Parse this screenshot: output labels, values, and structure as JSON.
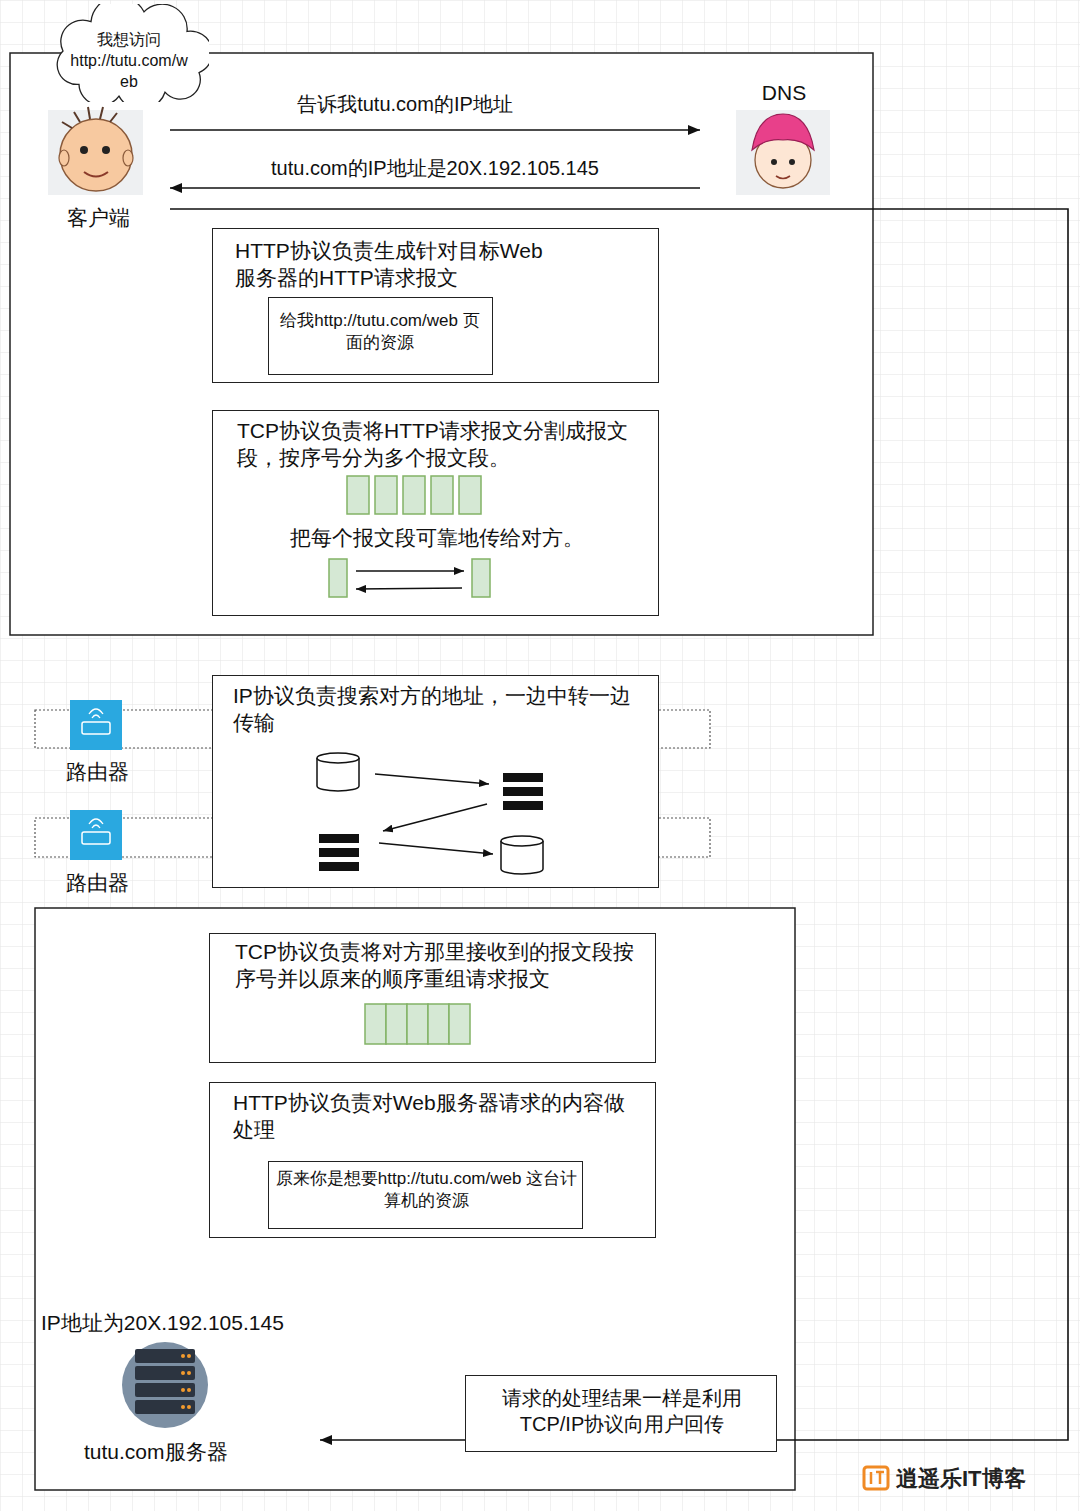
{
  "diagram": {
    "nodes": [
      {
        "text": [
          "我想访问http://tutu.com/web"
        ]
      },
      {
        "text": [
          "客户端"
        ]
      },
      {
        "text": [
          "DNS"
        ]
      },
      {
        "text": [
          "HTTP协议负责生成针对目标Web服务器的HTTP请求报文"
        ]
      },
      {
        "text": [
          "给我http://tutu.com/web 页面的资源"
        ],
        "in": 3
      },
      {
        "text": [
          "TCP协议负责将HTTP请求报文分割成报文段，按序号分为多个报文段。",
          "把每个报文段可靠地传给对方。"
        ]
      },
      {
        "text": [
          "路由器"
        ]
      },
      {
        "text": [
          "路由器"
        ]
      },
      {
        "text": [
          "IP协议负责搜索对方的地址，一边中转一边传输"
        ]
      },
      {
        "text": [
          "TCP协议负责将对方那里接收到的报文段按序号并以原来的顺序重组请求报文"
        ]
      },
      {
        "text": [
          "HTTP协议负责对Web服务器请求的内容做处理"
        ]
      },
      {
        "text": [
          "原来你是想要http://tutu.com/web 这台计算机的资源"
        ],
        "in": 10
      },
      {
        "text": [
          "IP地址为20X.192.105.145",
          "tutu.com服务器"
        ]
      },
      {
        "text": [
          "请求的处理结果一样是利用TCP/IP协议向用户回传"
        ]
      }
    ],
    "edges": [
      {
        "from": 1,
        "to": 2,
        "label": "告诉我tutu.com的IP地址",
        "arrow": "to"
      },
      {
        "from": 2,
        "to": 1,
        "label": "tutu.com的IP地址是20X.192.105.145",
        "arrow": "to"
      },
      {
        "from": 1,
        "to": 12,
        "arrow": "to"
      }
    ],
    "labels": [
      "逍遥乐IT博客"
    ]
  }
}
